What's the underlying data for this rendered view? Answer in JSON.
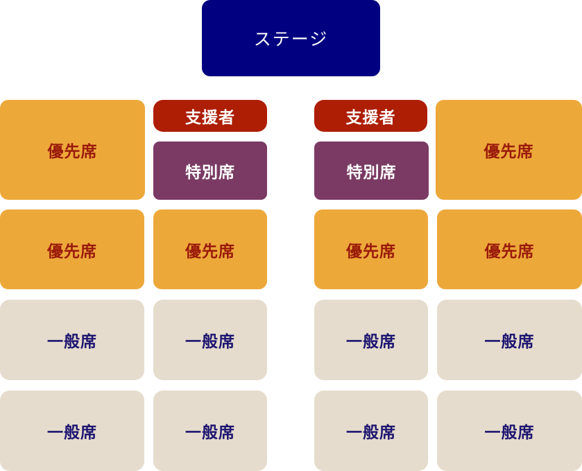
{
  "colors": {
    "stage_bg": "#000080",
    "stage_text": "#ffffff",
    "priority_bg": "#eda83a",
    "priority_text": "#9a1a0a",
    "special_bg": "#7a3a63",
    "special_text": "#ffffff",
    "support_bg": "#ad1e05",
    "support_text": "#ffffff",
    "general_bg": "#e6dccd",
    "general_text": "#1c1470"
  },
  "stage": {
    "label": "ステージ"
  },
  "blocks": {
    "left_priority_large": "優先席",
    "left_support": "支援者",
    "left_special": "特別席",
    "left_priority_1": "優先席",
    "left_priority_2": "優先席",
    "left_general_1": "一般席",
    "left_general_2": "一般席",
    "left_general_3": "一般席",
    "left_general_4": "一般席",
    "right_support": "支援者",
    "right_special": "特別席",
    "right_priority_large": "優先席",
    "right_priority_1": "優先席",
    "right_priority_2": "優先席",
    "right_general_1": "一般席",
    "right_general_2": "一般席",
    "right_general_3": "一般席",
    "right_general_4": "一般席"
  }
}
